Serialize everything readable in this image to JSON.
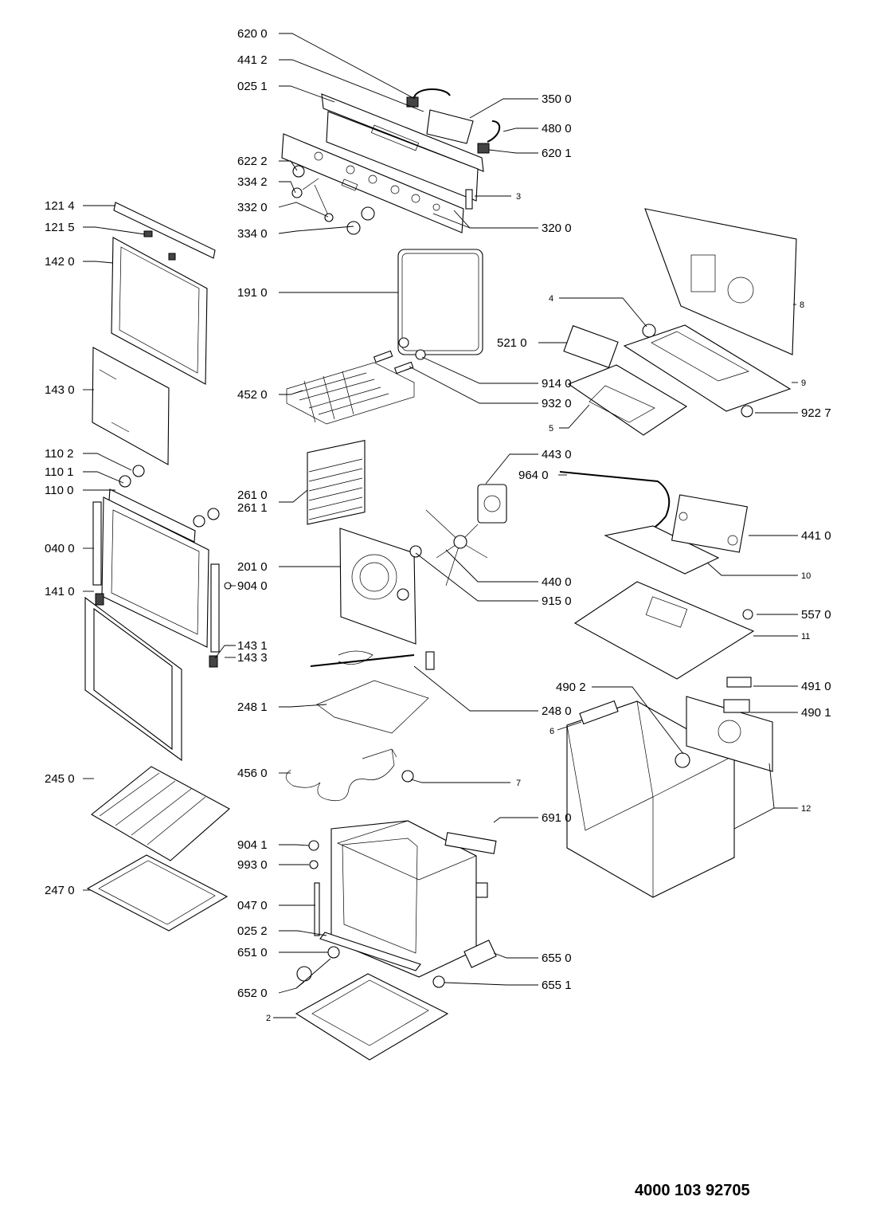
{
  "document_number": "4000 103 92705",
  "callouts": {
    "c6200": "620 0",
    "c4412": "441 2",
    "c0251": "025 1",
    "c3500": "350 0",
    "c4800": "480 0",
    "c6201": "620 1",
    "c6222": "622 2",
    "c3342": "334 2",
    "c3320": "332 0",
    "c3340": "334 0",
    "c3": "3",
    "c3200": "320 0",
    "c1214": "121 4",
    "c1215": "121 5",
    "c1420": "142 0",
    "c1910": "191 0",
    "c4": "4",
    "c8": "8",
    "c5210": "521 0",
    "c9140": "914 0",
    "c9320": "932 0",
    "c4520": "452 0",
    "c9": "9",
    "c9227": "922 7",
    "c5": "5",
    "c1430": "143 0",
    "c1102": "110 2",
    "c1101": "110 1",
    "c1100": "110 0",
    "c4430": "443 0",
    "c9640": "964 0",
    "c2610": "261 0",
    "c2611": "261 1",
    "c0400": "040 0",
    "c2010": "201 0",
    "c4410": "441 0",
    "c10": "10",
    "c1410": "141 0",
    "c9040": "904 0",
    "c4400": "440 0",
    "c9150": "915 0",
    "c5570": "557 0",
    "c11": "11",
    "c1431": "143 1",
    "c1433": "143 3",
    "c4910": "491 0",
    "c4902": "490 2",
    "c4901": "490 1",
    "c2481": "248 1",
    "c2480": "248 0",
    "c6": "6",
    "c4560": "456 0",
    "c7": "7",
    "c2450": "245 0",
    "c6910": "691 0",
    "c12": "12",
    "c9041": "904 1",
    "c9930": "993 0",
    "c2470": "247 0",
    "c0470": "047 0",
    "c0252": "025 2",
    "c6510": "651 0",
    "c6550": "655 0",
    "c6551": "655 1",
    "c6520": "652 0",
    "c2": "2"
  }
}
